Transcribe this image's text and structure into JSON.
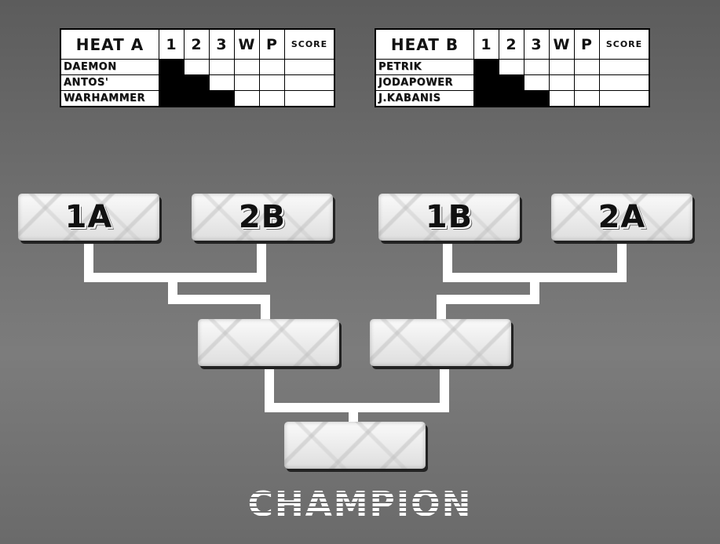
{
  "heat_a": {
    "title": "HEAT A",
    "columns": [
      "1",
      "2",
      "3",
      "W",
      "P",
      "SCORE"
    ],
    "rows": [
      {
        "name": "DAEMON",
        "blacked": 1
      },
      {
        "name": "ANTOS'",
        "blacked": 2
      },
      {
        "name": "WARHAMMER",
        "blacked": 3
      }
    ]
  },
  "heat_b": {
    "title": "HEAT B",
    "columns": [
      "1",
      "2",
      "3",
      "W",
      "P",
      "SCORE"
    ],
    "rows": [
      {
        "name": "PETRIK",
        "blacked": 1
      },
      {
        "name": "JODAPOWER",
        "blacked": 2
      },
      {
        "name": "J.KABANIS",
        "blacked": 3
      }
    ]
  },
  "bracket": {
    "round1": [
      "1A",
      "2B",
      "1B",
      "2A"
    ],
    "semifinal": [
      "",
      ""
    ],
    "final": [
      ""
    ]
  },
  "champion_label": "CHAMPION",
  "colors": {
    "cell_fill": "#000000",
    "line": "#ffffff"
  }
}
